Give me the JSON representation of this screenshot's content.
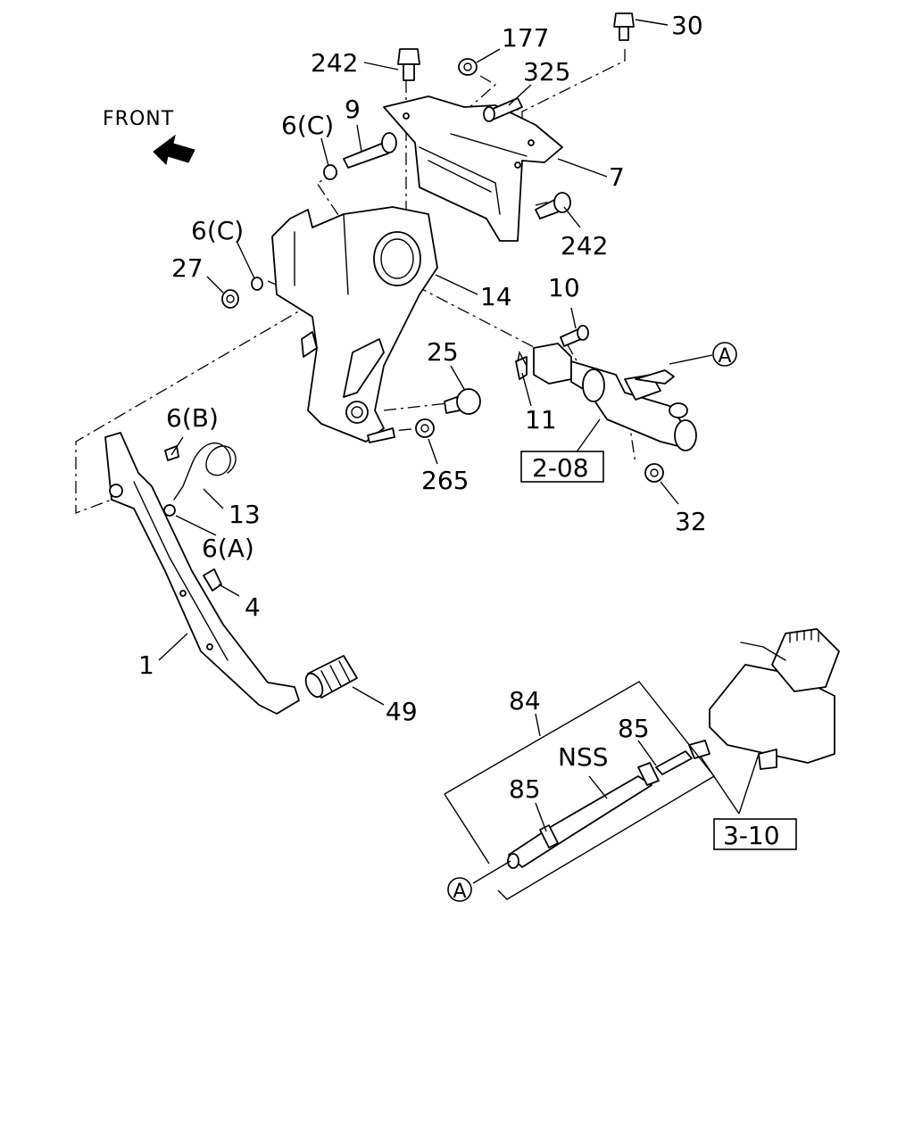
{
  "direction_label": "FRONT",
  "callouts": {
    "p30": "30",
    "p177": "177",
    "p242_top": "242",
    "p325": "325",
    "p9": "9",
    "p6c_top": "6(C)",
    "p7": "7",
    "p242_right": "242",
    "p6c_left": "6(C)",
    "p27": "27",
    "p14": "14",
    "p10": "10",
    "pA_top": "A",
    "p25": "25",
    "p11": "11",
    "p6b": "6(B)",
    "p265": "265",
    "ref_208": "2-08",
    "p32": "32",
    "p13": "13",
    "p6a": "6(A)",
    "p4": "4",
    "p1": "1",
    "p49": "49",
    "p84": "84",
    "p85_top": "85",
    "p_nss": "NSS",
    "p85_left": "85",
    "ref_310": "3-10",
    "pA_bottom": "A"
  },
  "colors": {
    "line": "#000000",
    "background": "#ffffff"
  }
}
